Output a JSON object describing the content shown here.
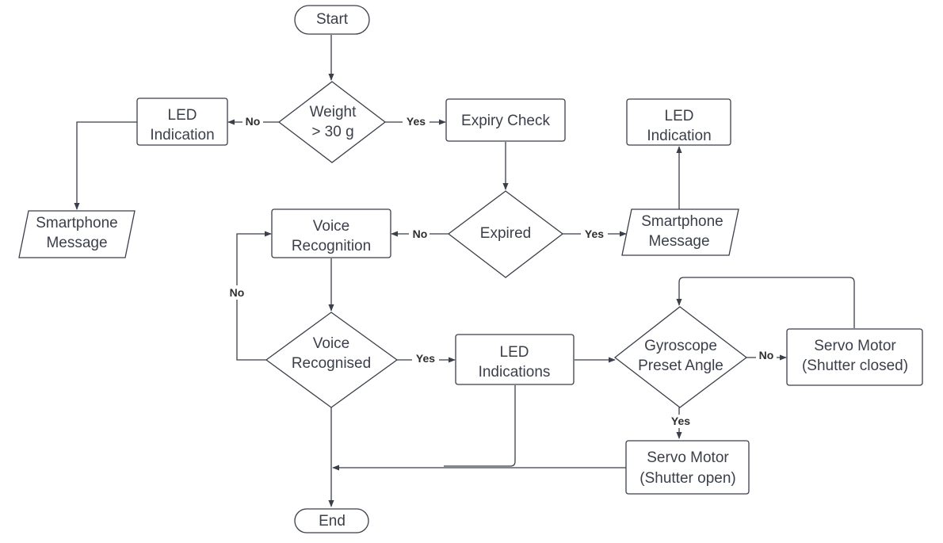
{
  "diagram": {
    "nodes": {
      "start": "Start",
      "weight_line1": "Weight",
      "weight_line2": "> 30 g",
      "led_indication_left_line1": "LED",
      "led_indication_left_line2": "Indication",
      "smartphone_left_line1": "Smartphone",
      "smartphone_left_line2": "Message",
      "expiry_check": "Expiry Check",
      "expired": "Expired",
      "led_indication_right_line1": "LED",
      "led_indication_right_line2": "Indication",
      "smartphone_right_line1": "Smartphone",
      "smartphone_right_line2": "Message",
      "voice_recognition_line1": "Voice",
      "voice_recognition_line2": "Recognition",
      "voice_recognised_line1": "Voice",
      "voice_recognised_line2": "Recognised",
      "led_indications_line1": "LED",
      "led_indications_line2": "Indications",
      "gyroscope_line1": "Gyroscope",
      "gyroscope_line2": "Preset Angle",
      "servo_closed_line1": "Servo Motor",
      "servo_closed_line2": "(Shutter closed)",
      "servo_open_line1": "Servo Motor",
      "servo_open_line2": "(Shutter open)",
      "end": "End"
    },
    "edge_labels": {
      "weight_no": "No",
      "weight_yes": "Yes",
      "expired_no": "No",
      "expired_yes": "Yes",
      "voice_no": "No",
      "voice_yes": "Yes",
      "gyro_no": "No",
      "gyro_yes": "Yes"
    },
    "colors": {
      "stroke": "#3b3f4a",
      "background": "#ffffff"
    }
  }
}
